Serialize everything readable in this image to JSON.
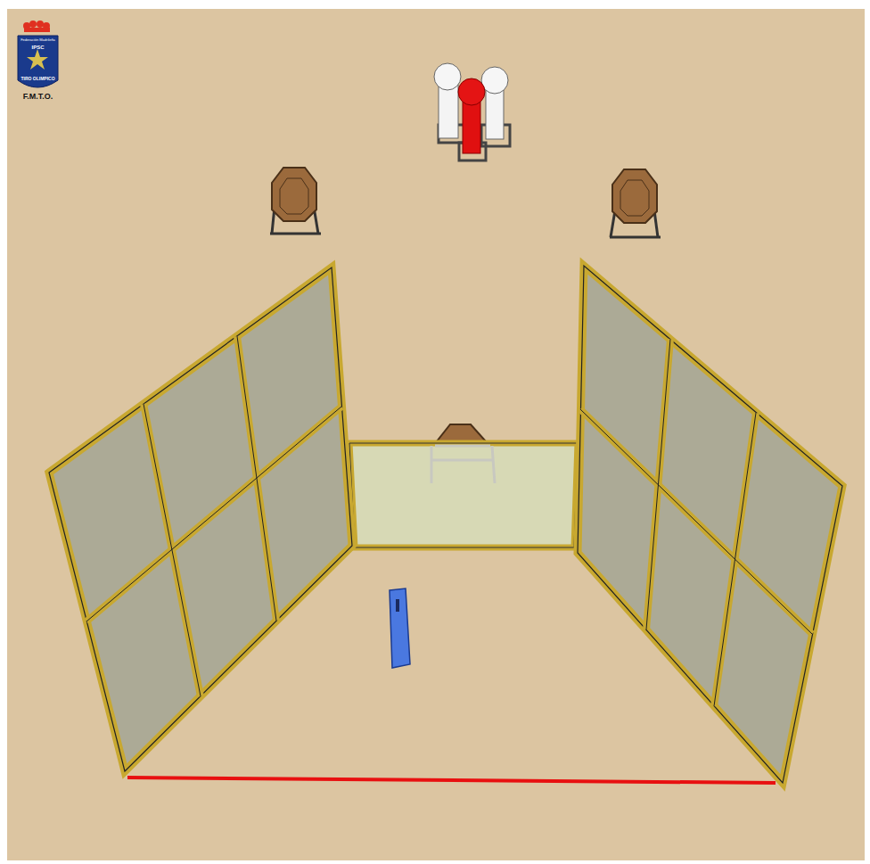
{
  "diagram": {
    "labels": [
      "Federación Madrileña",
      "IPSC",
      "TIRO OLIMPICO",
      "F.M.T.O."
    ]
  }
}
